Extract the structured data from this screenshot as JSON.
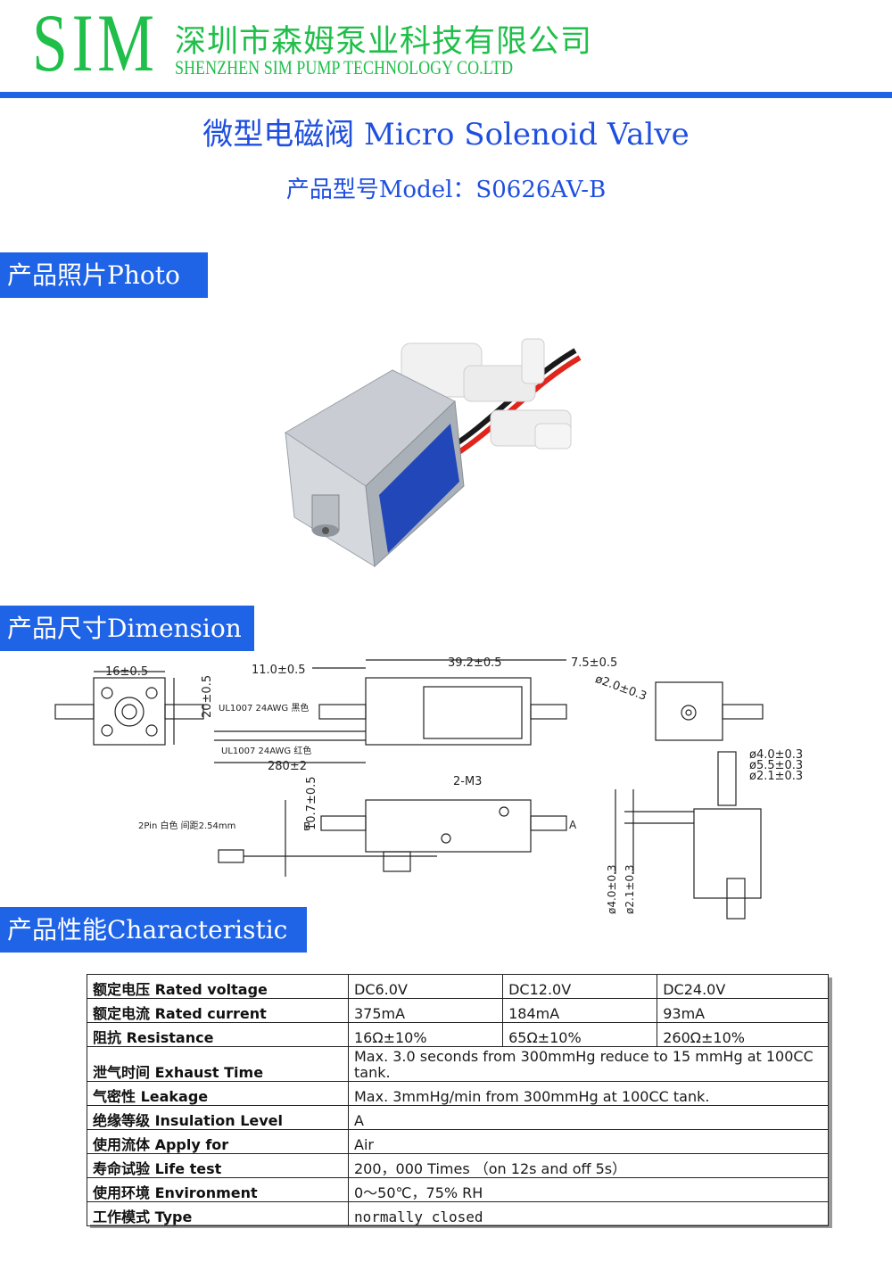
{
  "header": {
    "logo_text": "SIM",
    "company_cn": "深圳市森姆泵业科技有限公司",
    "company_en": "SHENZHEN SIM PUMP TECHNOLOGY CO.LTD"
  },
  "product": {
    "title": "微型电磁阀 Micro Solenoid  Valve",
    "model_line": "产品型号Model：S0626AV-B"
  },
  "sections": {
    "photo": "产品照片Photo",
    "dimension": "产品尺寸Dimension",
    "characteristic": "产品性能Characteristic"
  },
  "dimensions": {
    "width_top": "16±0.5",
    "height_side": "20±0.5",
    "lead_length": "11.0±0.5",
    "body_length": "39.2±0.5",
    "nozzle_length": "7.5±0.5",
    "port_dia": "ø2.0±0.3",
    "wire_black": "UL1007  24AWG 黑色",
    "wire_red": "UL1007  24AWG 红色",
    "wire_length": "280±2",
    "mount": "2-M3",
    "connector": "2Pin 白色 间距2.54mm",
    "offset": "10.7±0.5",
    "port_b": "B",
    "port_a": "A",
    "dia_outer": "ø4.0±0.3",
    "dia_mid": "ø5.5±0.3",
    "dia_inner": "ø2.1±0.3",
    "dia_outer_v": "ø4.0±0.3",
    "dia_inner_v": "ø2.1±0.3"
  },
  "specs": {
    "rows": [
      {
        "label": "额定电压 Rated voltage",
        "v1": "DC6.0V",
        "v2": "DC12.0V",
        "v3": "DC24.0V"
      },
      {
        "label": "额定电流 Rated current",
        "v1": "375mA",
        "v2": "184mA",
        "v3": "93mA"
      },
      {
        "label": "阻抗    Resistance",
        "v1": "16Ω±10%",
        "v2": "65Ω±10%",
        "v3": "260Ω±10%"
      },
      {
        "label": "泄气时间 Exhaust Time",
        "value": "Max. 3.0 seconds from 300mmHg reduce to 15 mmHg at 100CC tank."
      },
      {
        "label": "气密性  Leakage",
        "value": "Max. 3mmHg/min from 300mmHg at 100CC tank."
      },
      {
        "label": "绝缘等级 Insulation Level",
        "value": "A"
      },
      {
        "label": "使用流体 Apply for",
        "value": "Air"
      },
      {
        "label": "寿命试验 Life test",
        "value": "200，000  Times  （on 12s and off 5s）"
      },
      {
        "label": "使用环境 Environment",
        "value": "0～50℃，75% RH"
      },
      {
        "label": "工作模式 Type",
        "value": "normally closed"
      }
    ]
  }
}
